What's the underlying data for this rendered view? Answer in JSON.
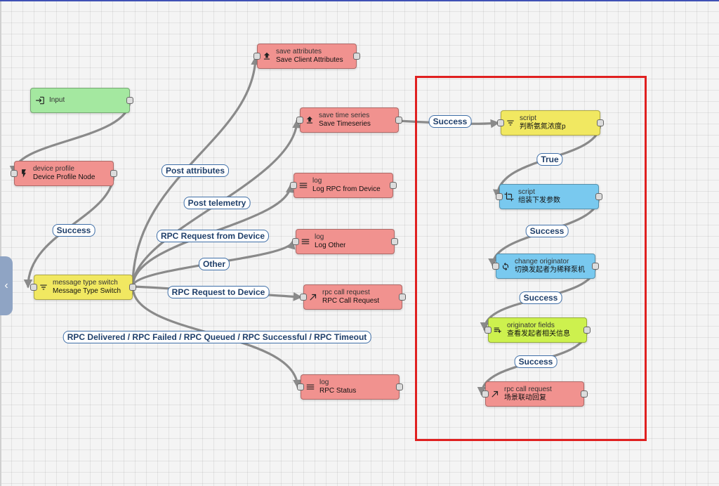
{
  "nodes": [
    {
      "id": "input",
      "type": "Input",
      "name": "",
      "color": "#a4e8a0",
      "icon": "input-icon",
      "has_in": false
    },
    {
      "id": "device_profile",
      "type": "device profile",
      "name": "Device Profile Node",
      "color": "#f1928f",
      "icon": "bolt-icon",
      "has_in": true
    },
    {
      "id": "msg_switch",
      "type": "message type switch",
      "name": "Message Type Switch",
      "color": "#f1e861",
      "icon": "filter-icon",
      "has_in": true
    },
    {
      "id": "save_attr",
      "type": "save attributes",
      "name": "Save Client Attributes",
      "color": "#f1928f",
      "icon": "upload-icon",
      "has_in": true
    },
    {
      "id": "save_ts",
      "type": "save time series",
      "name": "Save Timeseries",
      "color": "#f1928f",
      "icon": "upload-icon",
      "has_in": true
    },
    {
      "id": "log_rpc_dev",
      "type": "log",
      "name": "Log RPC from Device",
      "color": "#f1928f",
      "icon": "menu-icon",
      "has_in": true
    },
    {
      "id": "log_other",
      "type": "log",
      "name": "Log Other",
      "color": "#f1928f",
      "icon": "menu-icon",
      "has_in": true
    },
    {
      "id": "rpc_call",
      "type": "rpc call request",
      "name": "RPC Call Request",
      "color": "#f1928f",
      "icon": "arrow-up-right-icon",
      "has_in": true
    },
    {
      "id": "log_rpc_status",
      "type": "log",
      "name": "RPC Status",
      "color": "#f1928f",
      "icon": "menu-icon",
      "has_in": true
    },
    {
      "id": "script1",
      "type": "script",
      "name": "判断氨氮浓度p",
      "color": "#f1e861",
      "icon": "filter-icon",
      "has_in": true
    },
    {
      "id": "script2",
      "type": "script",
      "name": "组装下发参数",
      "color": "#79c9ef",
      "icon": "crop-icon",
      "has_in": true
    },
    {
      "id": "change_orig",
      "type": "change originator",
      "name": "切换发起者为稀释泵机",
      "color": "#79c9ef",
      "icon": "swap-icon",
      "has_in": true
    },
    {
      "id": "orig_fields",
      "type": "originator fields",
      "name": "查看发起者相关信息",
      "color": "#cdf14e",
      "icon": "playlist-add-icon",
      "has_in": true
    },
    {
      "id": "rpc_call2",
      "type": "rpc call request",
      "name": "场景联动回复",
      "color": "#f1928f",
      "icon": "arrow-up-right-icon",
      "has_in": true
    }
  ],
  "link_labels": [
    {
      "id": "l_success1",
      "text": "Success"
    },
    {
      "id": "l_post_attr",
      "text": "Post attributes"
    },
    {
      "id": "l_post_tel",
      "text": "Post telemetry"
    },
    {
      "id": "l_rpc_from",
      "text": "RPC Request from Device"
    },
    {
      "id": "l_other",
      "text": "Other"
    },
    {
      "id": "l_rpc_to",
      "text": "RPC Request to Device"
    },
    {
      "id": "l_rpc_status",
      "text": "RPC Delivered / RPC Failed / RPC Queued / RPC Successful / RPC Timeout"
    },
    {
      "id": "l_success2",
      "text": "Success"
    },
    {
      "id": "l_true",
      "text": "True"
    },
    {
      "id": "l_success3",
      "text": "Success"
    },
    {
      "id": "l_success4",
      "text": "Success"
    },
    {
      "id": "l_success5",
      "text": "Success"
    }
  ],
  "colors": {
    "link": "#8a8a8a",
    "highlight": "#e02020",
    "label_border": "#3f6fa8",
    "label_text": "#1f3f6a"
  },
  "collapse_icon": "chevron-left-icon",
  "collapse_glyph": "‹"
}
